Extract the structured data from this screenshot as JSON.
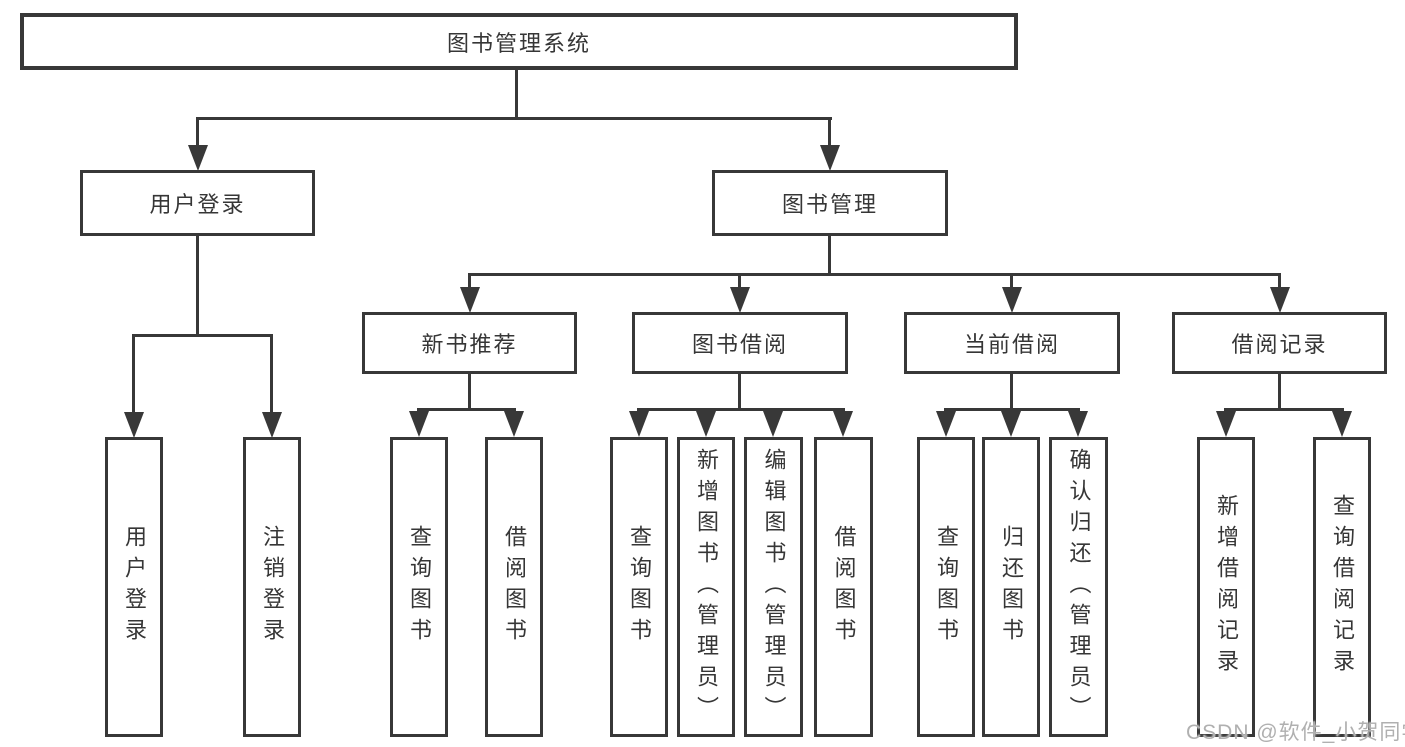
{
  "diagram_title": "图书管理系统",
  "nodes": {
    "root": "图书管理系统",
    "l2": [
      "用户登录",
      "图书管理"
    ],
    "l3": [
      "新书推荐",
      "图书借阅",
      "当前借阅",
      "借阅记录"
    ],
    "leaves_login": [
      "用户登录",
      "注销登录"
    ],
    "leaves_newbook": [
      "查询图书",
      "借阅图书"
    ],
    "leaves_borrow": [
      "查询图书",
      "新增图书（管理员）",
      "编辑图书（管理员）",
      "借阅图书"
    ],
    "leaves_current": [
      "查询图书",
      "归还图书",
      "确认归还（管理员）"
    ],
    "leaves_record": [
      "新增借阅记录",
      "查询借阅记录"
    ]
  },
  "watermark": "CSDN @软件_小贺同学",
  "colors": {
    "line": "#383838",
    "text": "#363636",
    "box_background": "#ffffff",
    "watermark": "#b0b0b0"
  }
}
